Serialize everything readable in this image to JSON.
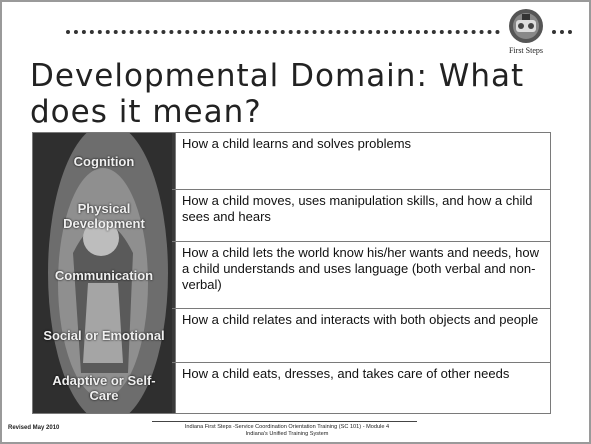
{
  "header": {
    "logo_caption": "First Steps"
  },
  "title": "Developmental Domain:  What does it mean?",
  "rows": [
    {
      "domain": "Cognition",
      "description": "How a child learns and solves problems"
    },
    {
      "domain": "Physical Development",
      "description": "How a child moves, uses manipulation skills, and how a child sees and hears"
    },
    {
      "domain": "Communication",
      "description": "How a child lets the world know his/her wants and needs, how a child understands and uses language (both verbal and non-verbal)"
    },
    {
      "domain": "Social or Emotional",
      "description": "How a child relates and interacts with both objects and people"
    },
    {
      "domain": "Adaptive or Self-Care",
      "description": "How a child eats, dresses, and takes care of other needs"
    }
  ],
  "footer": {
    "revised": "Revised May 2010",
    "line1": "Indiana First Steps -Service Coordination Orientation Training  (SC 101)  - Module 4",
    "line2": "Indiana's Unified Training System"
  }
}
